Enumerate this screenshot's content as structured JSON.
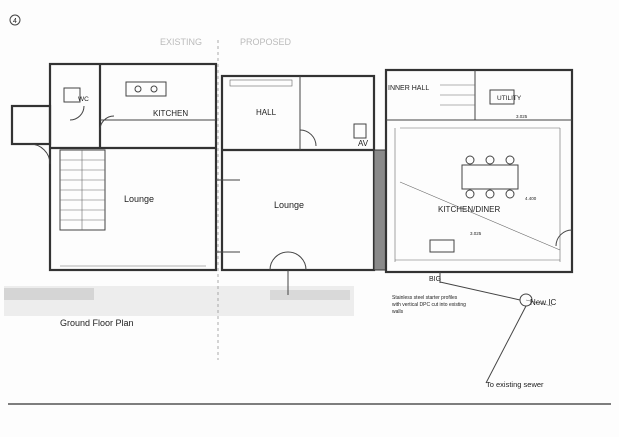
{
  "rooms": {
    "wc": "WC",
    "kitchen": "KITCHEN",
    "hall": "HALL",
    "inner_hall": "INNER HALL",
    "utility": "UTILITY",
    "av": "AV",
    "lounge_left": "Lounge",
    "lounge_right": "Lounge",
    "kitchen_diner": "KITCHEN/DINER",
    "big": "BIG"
  },
  "faint_header": {
    "left": "EXISTING",
    "right": "PROPOSED"
  },
  "dimensions": {
    "top": "3.025",
    "mid": "3.025",
    "side": "4.400"
  },
  "notes": {
    "steel_profiles": [
      "Stainless steel starter profiles",
      "with vertical DPC cut into existing",
      "walls"
    ],
    "new_ic": "New IC",
    "sewer": "To existing sewer",
    "plan_title": "Ground Floor Plan",
    "sheet_mark": "4"
  }
}
